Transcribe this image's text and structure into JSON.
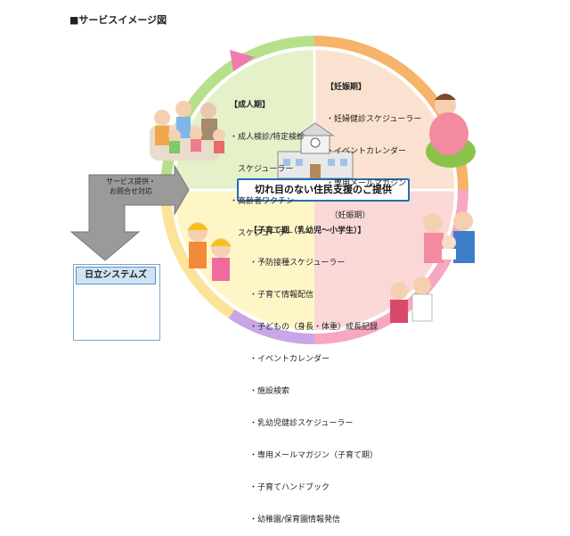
{
  "page_title": "■サービスイメージ図",
  "center_banner": "切れ目のない住民支援のご提供",
  "service_label": [
    "サービス提供・",
    "お問合せ対応"
  ],
  "provider": "日立システムズ",
  "segments": {
    "adult": {
      "heading": "【成人期】",
      "items": [
        "・成人検診/特定検診",
        "　スケジューラー",
        "・高齢者ワクチン",
        "　スケジューラー"
      ],
      "color": "#e4f1c9"
    },
    "pregnancy": {
      "heading": "【妊娠期】",
      "items": [
        "・妊婦健診スケジューラー",
        "・イベントカレンダー",
        "・専用メールマガジン",
        "　（妊娠期）"
      ],
      "color": "#fbe1cf"
    },
    "childcare": {
      "heading": "【子育て期（乳幼児～小学生）】",
      "items": [
        "・予防接種スケジューラー",
        "・子育て情報配信",
        "・子どもの（身長・体重）成長記録",
        "・イベントカレンダー",
        "・施設検索",
        "・乳幼児健診スケジューラー",
        "・専用メールマガジン（子育て期）",
        "・子育てハンドブック",
        "・幼稚園/保育園情報発信"
      ],
      "color_left": "#fff6c8",
      "color_right": "#fbd8d8"
    }
  },
  "colors": {
    "ring_green": "#b7e08a",
    "ring_orange": "#f6b36a",
    "ring_pink": "#f7a7c0",
    "ring_purple": "#c9a7e6",
    "banner_border": "#1f6fb4",
    "arrow_gray": "#9a9a9a"
  }
}
